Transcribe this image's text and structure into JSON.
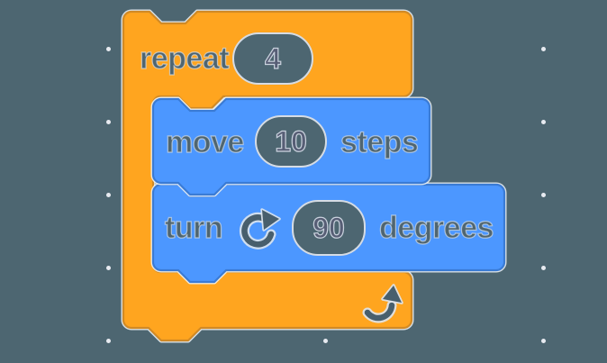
{
  "app": {
    "name": "block-programming-workspace"
  },
  "workspace": {
    "background_color": "#4d6671",
    "dot_color": "#e7eaf0",
    "dot_columns": [
      120,
      361,
      603
    ],
    "dot_rows": [
      54,
      135,
      216,
      297,
      378
    ]
  },
  "palette": {
    "control_fill": "#ffa51f",
    "control_border": "#d18a25",
    "motion_fill": "#4c97ff",
    "motion_border": "#3a7bd5",
    "input_fill": "#4d6671",
    "input_border": "#d6dce4",
    "label_color": "#4f6570",
    "value_color": "#575e75",
    "icon_color": "#485f6d"
  },
  "script": {
    "repeat_block": {
      "label": "repeat",
      "value": "4"
    },
    "move_block": {
      "label": "move",
      "value": "10",
      "suffix": "steps"
    },
    "turn_block": {
      "label": "turn",
      "icon": "rotate-clockwise-icon",
      "value": "90",
      "suffix": "degrees"
    },
    "loop_icon": "loop-arrow-icon"
  }
}
